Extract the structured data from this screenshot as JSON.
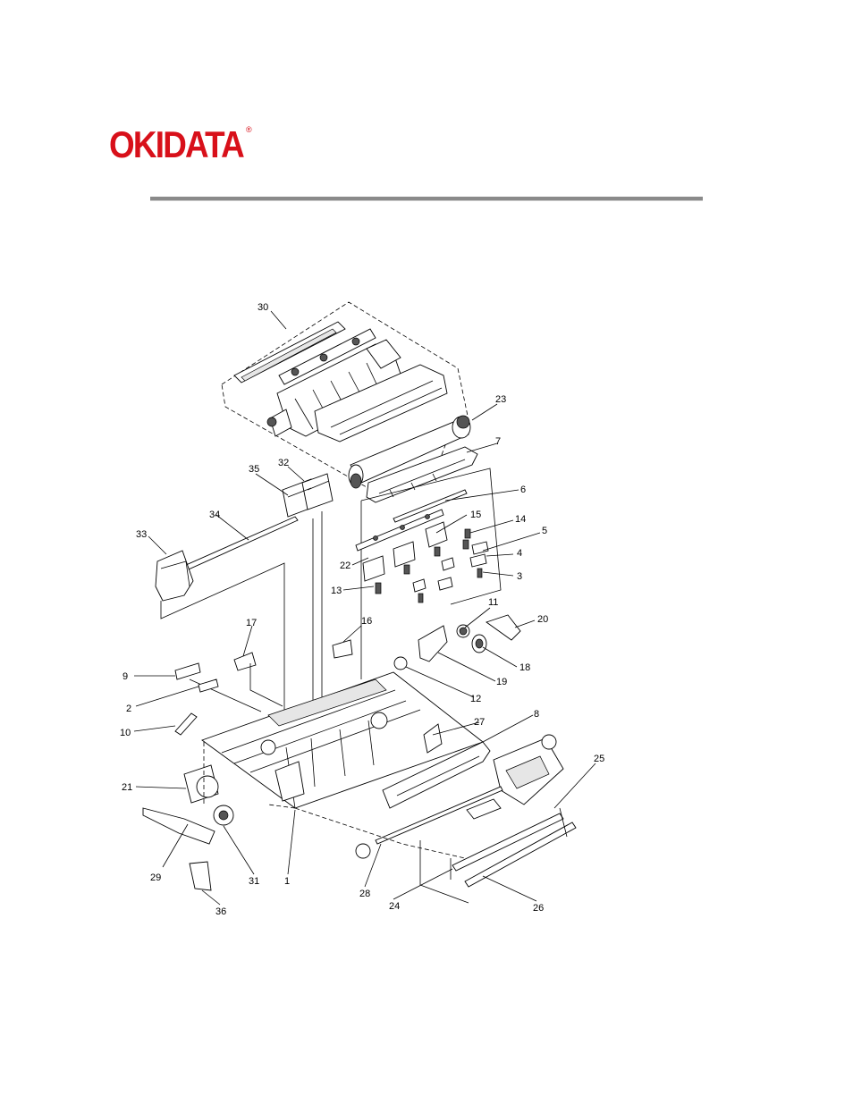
{
  "brand": {
    "name": "OKIDATA",
    "registered_mark": "®",
    "color": "#d8101a"
  },
  "diagram": {
    "part_numbers": [
      {
        "id": "30",
        "label": "30"
      },
      {
        "id": "23",
        "label": "23"
      },
      {
        "id": "7",
        "label": "7"
      },
      {
        "id": "32",
        "label": "32"
      },
      {
        "id": "35",
        "label": "35"
      },
      {
        "id": "6",
        "label": "6"
      },
      {
        "id": "34",
        "label": "34"
      },
      {
        "id": "15",
        "label": "15"
      },
      {
        "id": "14",
        "label": "14"
      },
      {
        "id": "33",
        "label": "33"
      },
      {
        "id": "5",
        "label": "5"
      },
      {
        "id": "4",
        "label": "4"
      },
      {
        "id": "22",
        "label": "22"
      },
      {
        "id": "3",
        "label": "3"
      },
      {
        "id": "13",
        "label": "13"
      },
      {
        "id": "11",
        "label": "11"
      },
      {
        "id": "17",
        "label": "17"
      },
      {
        "id": "16",
        "label": "16"
      },
      {
        "id": "20",
        "label": "20"
      },
      {
        "id": "18",
        "label": "18"
      },
      {
        "id": "9",
        "label": "9"
      },
      {
        "id": "19",
        "label": "19"
      },
      {
        "id": "12",
        "label": "12"
      },
      {
        "id": "2",
        "label": "2"
      },
      {
        "id": "8",
        "label": "8"
      },
      {
        "id": "27",
        "label": "27"
      },
      {
        "id": "10",
        "label": "10"
      },
      {
        "id": "25",
        "label": "25"
      },
      {
        "id": "21",
        "label": "21"
      },
      {
        "id": "29",
        "label": "29"
      },
      {
        "id": "31",
        "label": "31"
      },
      {
        "id": "1",
        "label": "1"
      },
      {
        "id": "28",
        "label": "28"
      },
      {
        "id": "24",
        "label": "24"
      },
      {
        "id": "26",
        "label": "26"
      },
      {
        "id": "36",
        "label": "36"
      }
    ]
  }
}
